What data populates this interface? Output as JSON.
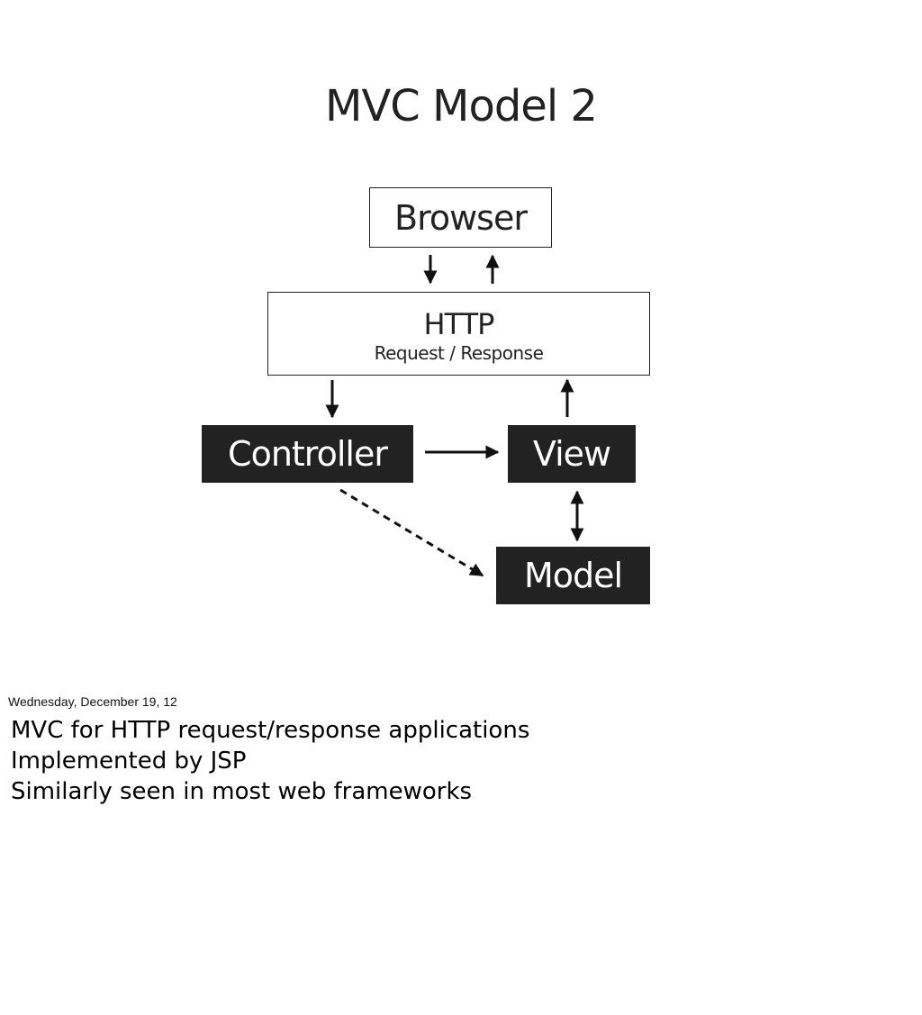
{
  "slide": {
    "title": "MVC Model 2"
  },
  "diagram": {
    "browser": {
      "label": "Browser"
    },
    "http": {
      "title": "HTTP",
      "subtitle": "Request / Response"
    },
    "controller": {
      "label": "Controller"
    },
    "view": {
      "label": "View"
    },
    "model": {
      "label": "Model"
    },
    "colors": {
      "ink": "#222222",
      "box_fill": "#222222",
      "box_text": "#ffffff",
      "background": "#ffffff"
    }
  },
  "notes": {
    "date": "Wednesday, December 19, 12",
    "lines": [
      "MVC for HTTP request/response applications",
      "Implemented by JSP",
      "Similarly seen in most web frameworks"
    ]
  }
}
